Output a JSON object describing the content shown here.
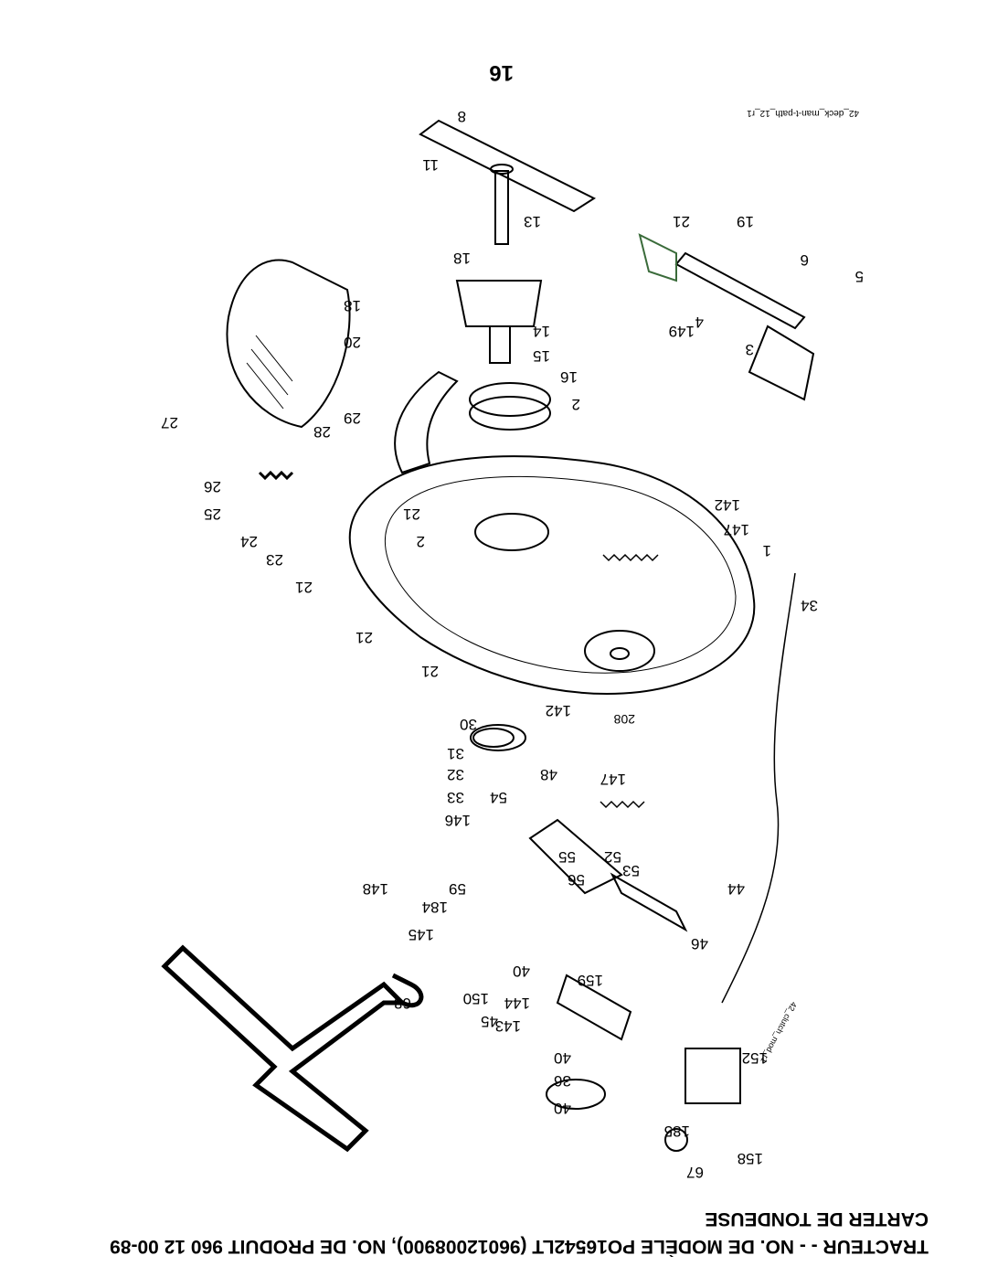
{
  "header": {
    "line1": "TRACTEUR - - NO. DE MODÈLE PO16542LT (96012008900), NO. DE PRODUIT 960 12 00-89",
    "line2": "CARTER DE TONDEUSE"
  },
  "page_number": "16",
  "drawing_id": "42_deck_man-t-path_12_r1",
  "cable_label": "42_clutch_mod_r1",
  "callouts": {
    "c1": "1",
    "c2": "2",
    "c2b": "2",
    "c3": "3",
    "c4": "4",
    "c5": "5",
    "c6": "6",
    "c8": "8",
    "c11": "11",
    "c13": "13",
    "c14": "14",
    "c15": "15",
    "c16": "16",
    "c18a": "18",
    "c18b": "18",
    "c19": "19",
    "c20": "20",
    "c21a": "21",
    "c21b": "21",
    "c21c": "21",
    "c21d": "21",
    "c21e": "21",
    "c23": "23",
    "c24": "24",
    "c25": "25",
    "c26": "26",
    "c27": "27",
    "c28": "28",
    "c29": "29",
    "c30": "30",
    "c31": "31",
    "c32": "32",
    "c33": "33",
    "c34": "34",
    "c36": "36",
    "c40a": "40",
    "c40b": "40",
    "c40c": "40",
    "c44": "44",
    "c45": "45",
    "c46": "46",
    "c48": "48",
    "c52": "52",
    "c53": "53",
    "c54": "54",
    "c55": "55",
    "c56": "56",
    "c59": "59",
    "c67": "67",
    "c68": "68",
    "c142a": "142",
    "c142b": "142",
    "c143": "143",
    "c144": "144",
    "c145": "145",
    "c146": "146",
    "c147a": "147",
    "c147b": "147",
    "c148": "148",
    "c149": "149",
    "c150": "150",
    "c152": "152",
    "c158": "158",
    "c159": "159",
    "c184": "184",
    "c185": "185",
    "c208": "208"
  }
}
